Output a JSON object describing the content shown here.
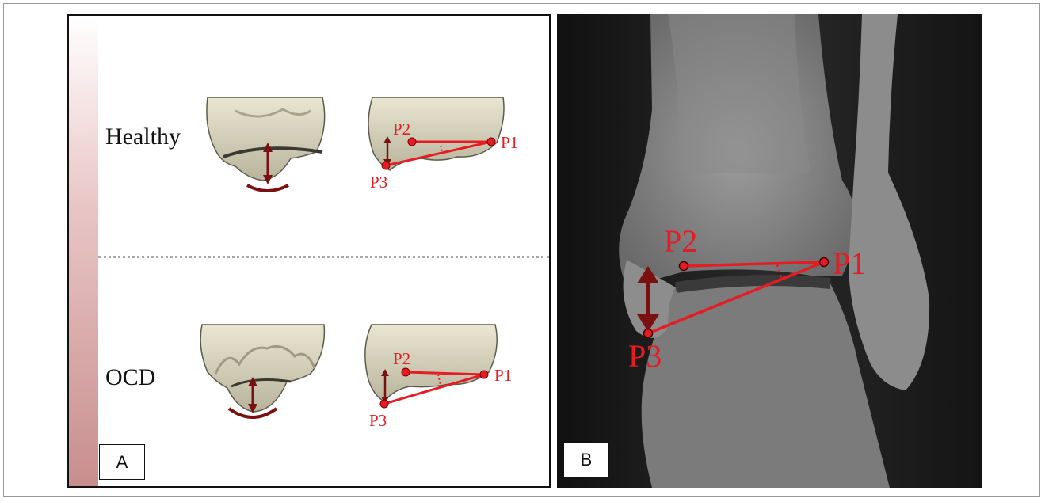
{
  "panel_a": {
    "label": "A",
    "rows": [
      {
        "label": "Healthy"
      },
      {
        "label": "OCD"
      }
    ],
    "points": [
      "P1",
      "P2",
      "P3"
    ]
  },
  "panel_b": {
    "label": "B",
    "points": [
      "P1",
      "P2",
      "P3"
    ]
  },
  "colors": {
    "landmark_red": "#e51c23",
    "arrow_dark_red": "#7a1010",
    "bone": "#dedbc4",
    "xray_background": "#1b1b1b"
  }
}
